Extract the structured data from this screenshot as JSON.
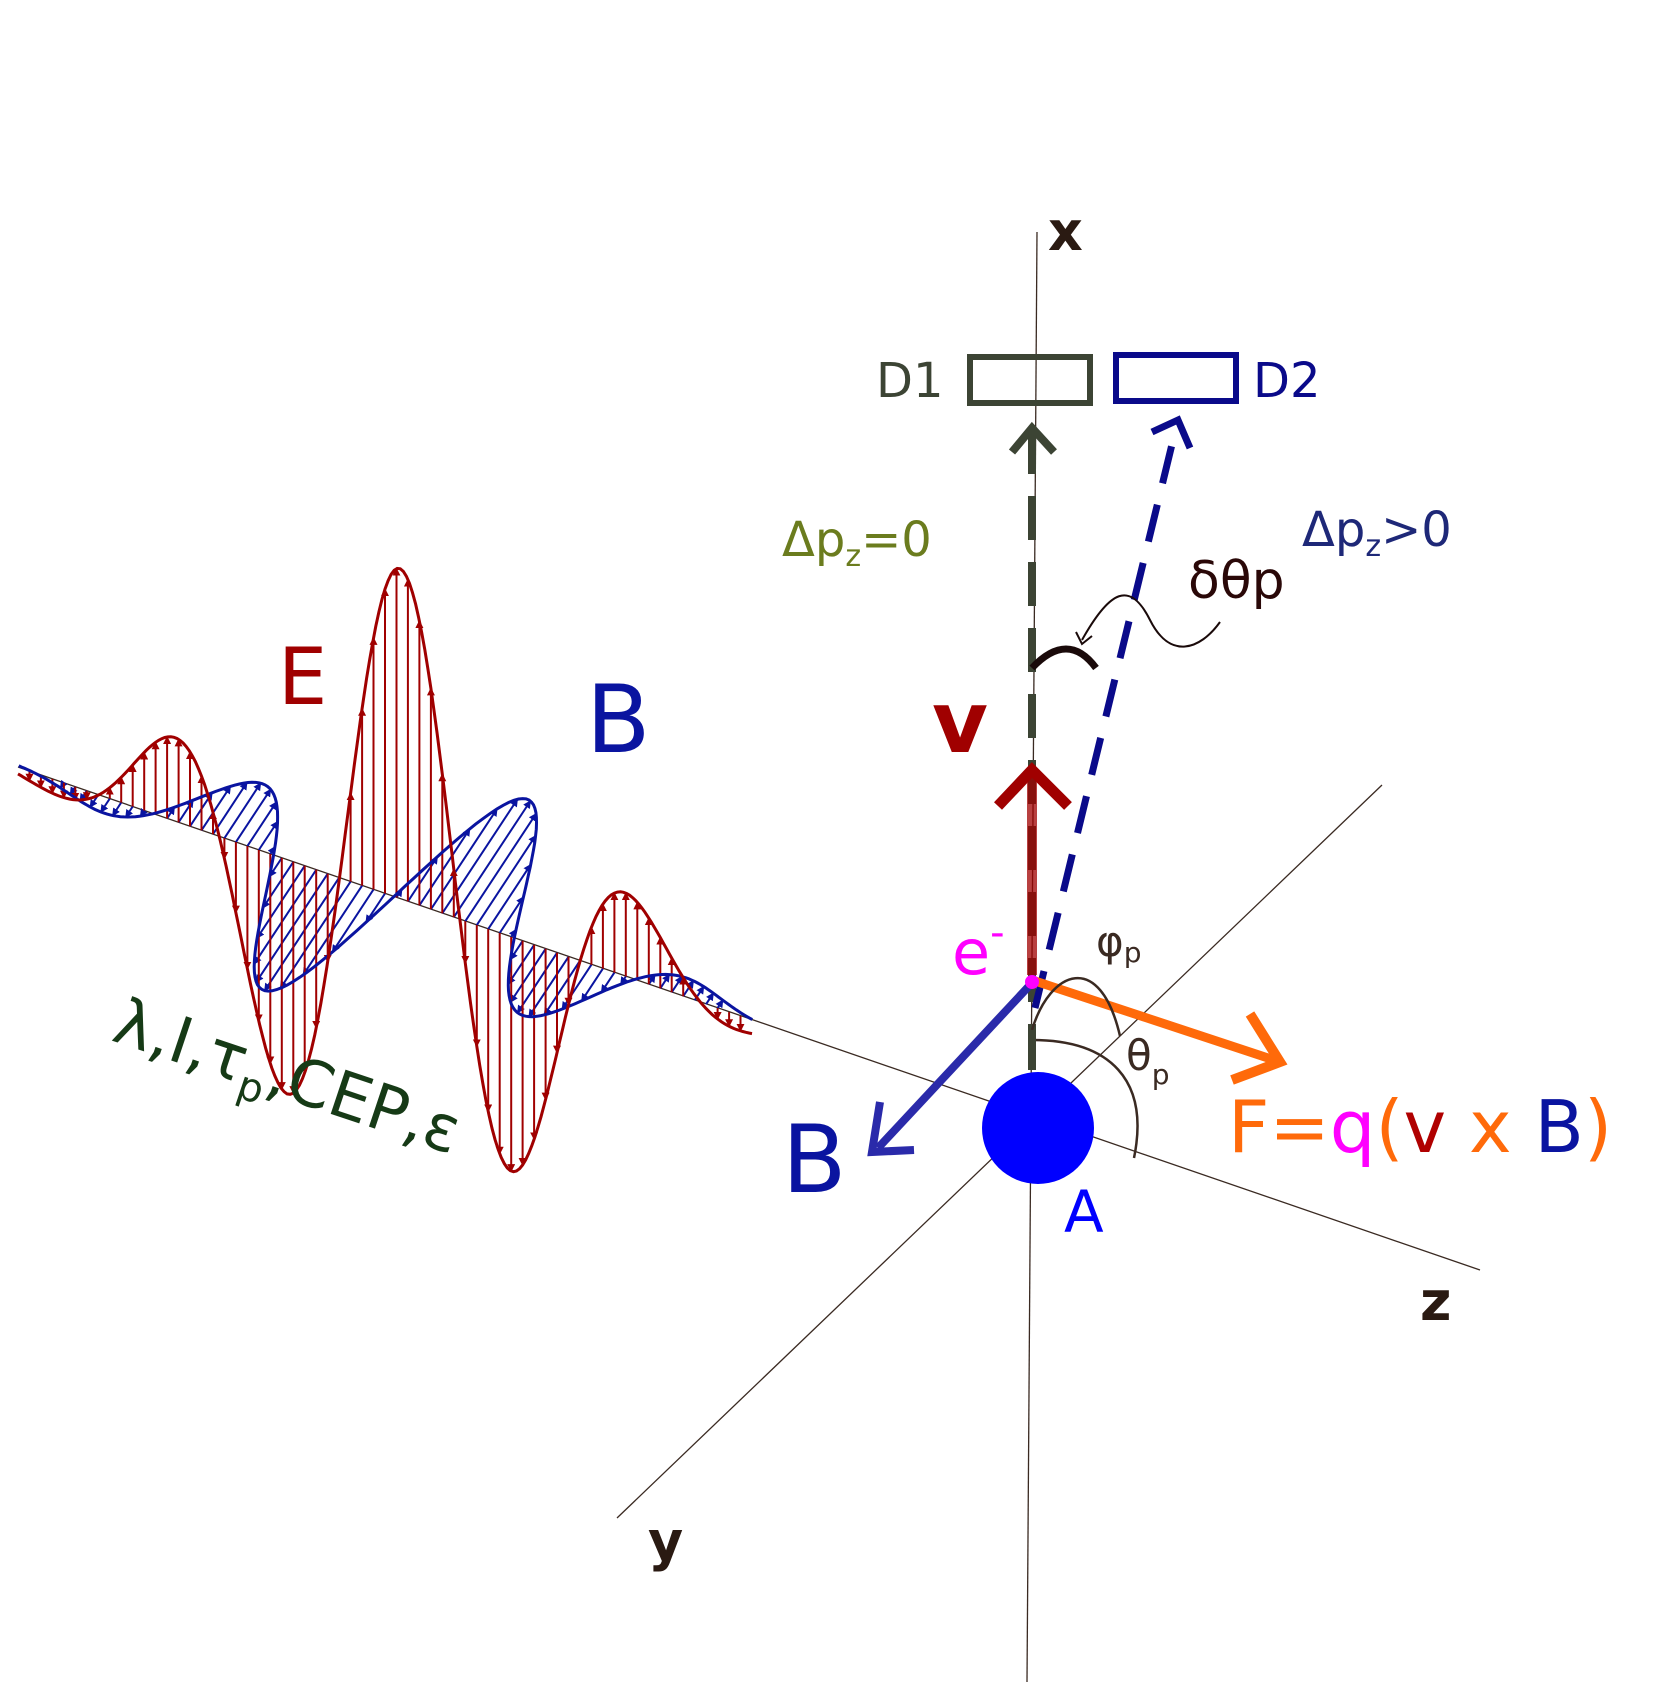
{
  "axes": {
    "x": "x",
    "y": "y",
    "z": "z"
  },
  "detectors": {
    "d1": "D1",
    "d2": "D2"
  },
  "momentum": {
    "zero_label": "Δp",
    "zero_sub": "z",
    "zero_rel": "=0",
    "pos_label": "Δp",
    "pos_sub": "z",
    "pos_rel": ">0"
  },
  "angles": {
    "delta_theta": "δθ",
    "delta_theta_sub": "p",
    "phi": "φ",
    "phi_sub": "p",
    "theta": "θ",
    "theta_sub": "p"
  },
  "wave": {
    "e_label": "E",
    "b_label": "B",
    "params_main": "λ,I,τ",
    "params_sub": "p",
    "params_tail": ",CEP,ε"
  },
  "vectors": {
    "velocity": "v",
    "b_field": "B",
    "electron": "e",
    "electron_sup": "-",
    "atom": "A"
  },
  "force": {
    "f": "F=",
    "q": "q",
    "open": "(",
    "v": "v",
    "x": " x ",
    "b": "B",
    "close": ")"
  },
  "colors": {
    "e_field": "#a00000",
    "b_field": "#0a14a0",
    "detector1": "#3c4434",
    "detector2": "#0a0a8a",
    "force": "#ff6a0a",
    "electron": "#ff00ff",
    "atom": "#0000ff",
    "params": "#163a16",
    "dpz0": "#6b7c1e",
    "dpz1": "#1e2878"
  }
}
